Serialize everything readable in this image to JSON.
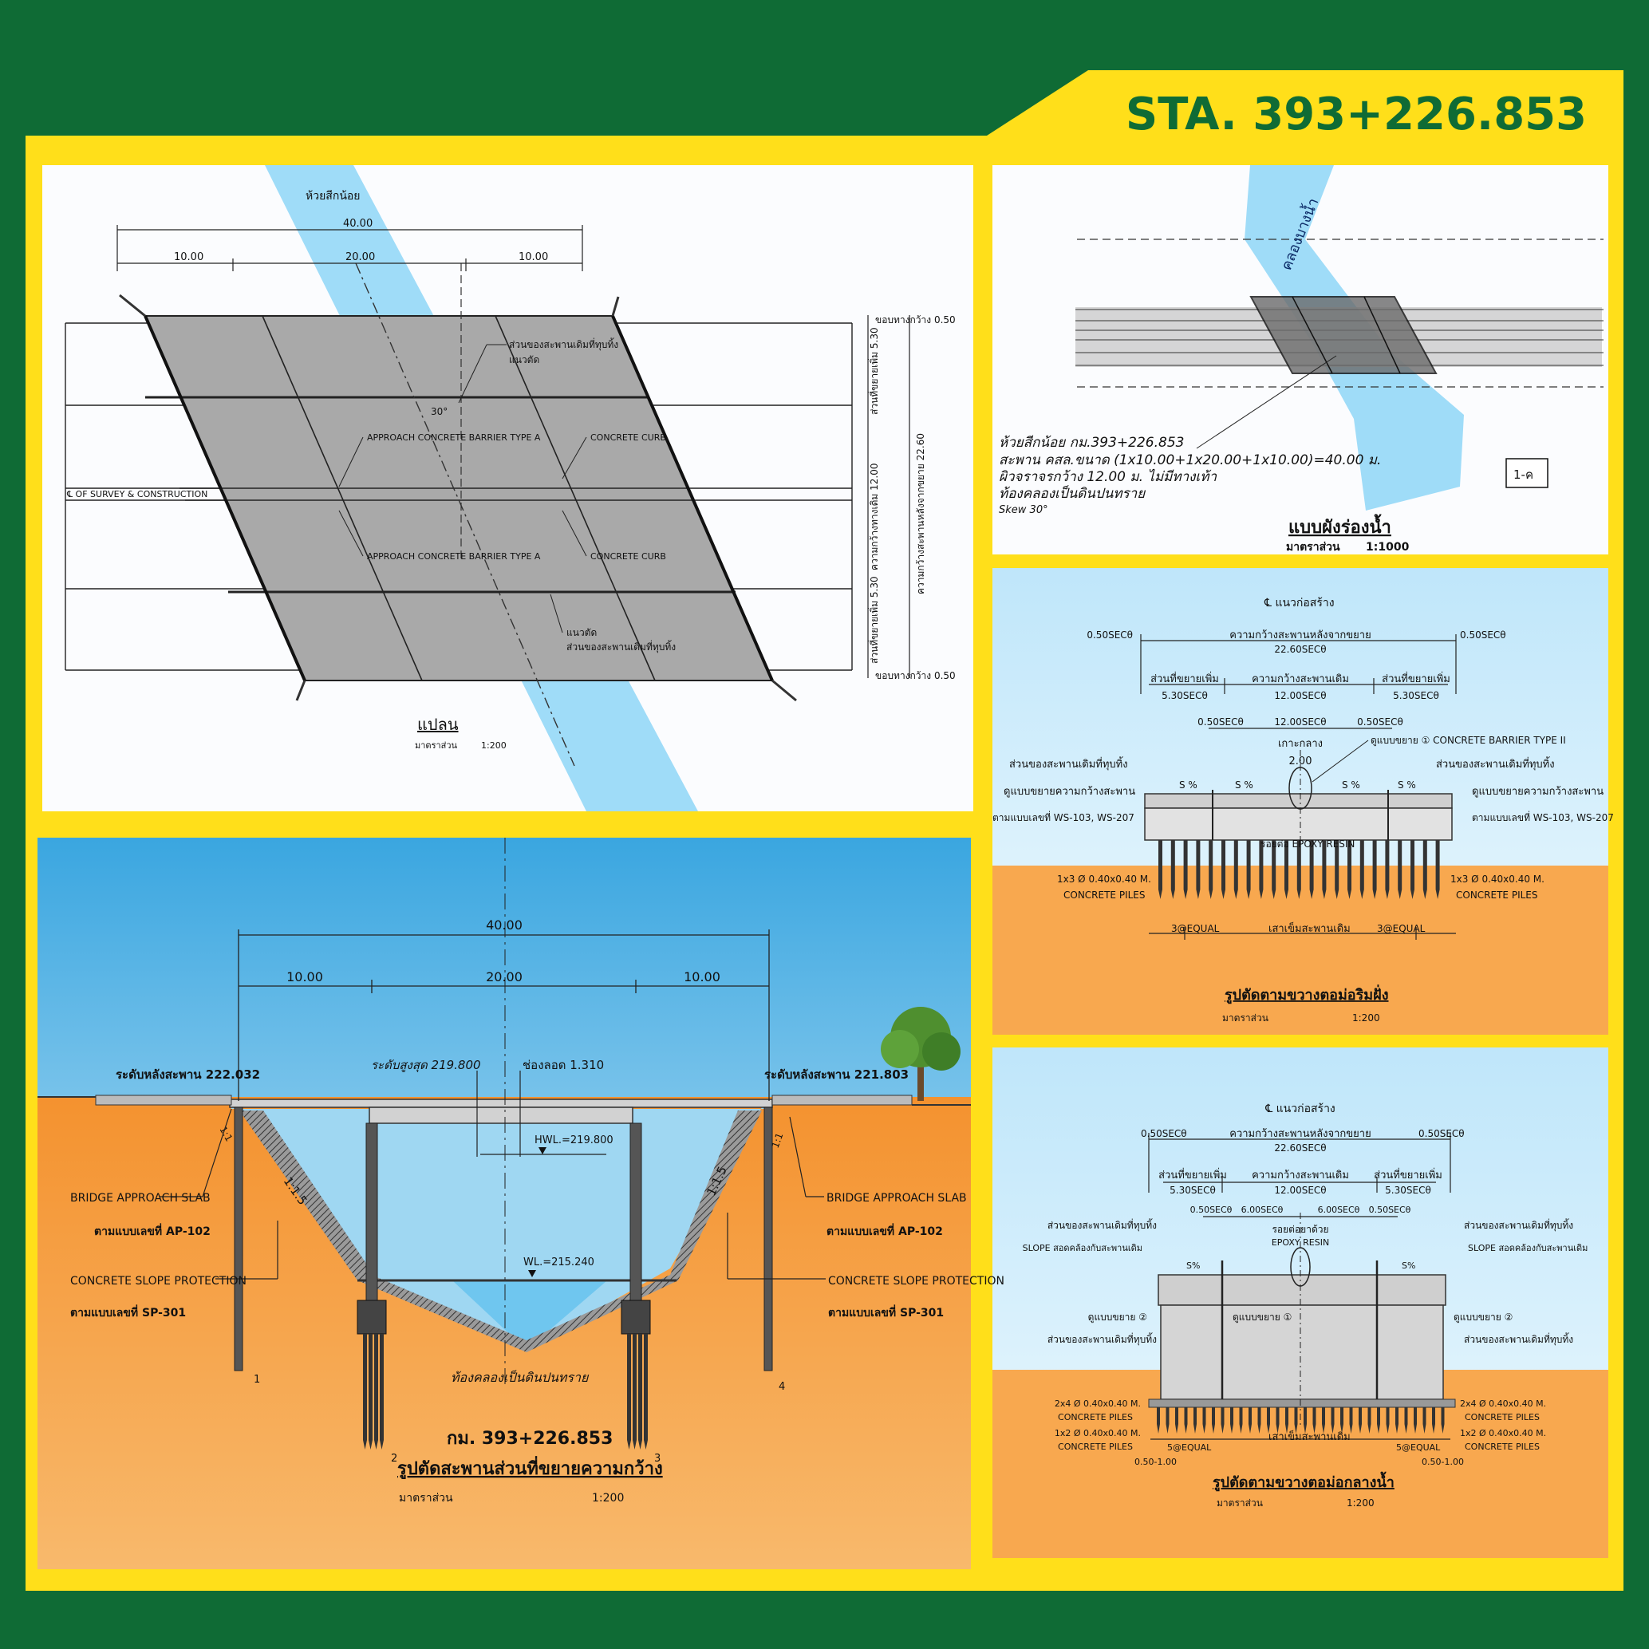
{
  "header": {
    "station": "STA. 393+226.853"
  },
  "colors": {
    "frame_green": "#0f6b35",
    "panel_yellow": "#ffdf1a",
    "water": "#9fdcf8",
    "soil": "#f7a144",
    "deck": "#a9a9a9"
  },
  "plan": {
    "stream_label": "ห้วยสีกน้อย",
    "dim_total": "40.00",
    "dim_span1": "10.00",
    "dim_span2": "20.00",
    "dim_span3": "10.00",
    "note_remove": "ส่วนของสะพานเดิมที่ทุบทิ้ง",
    "note_cut": "แนวตัด",
    "skew": "30°",
    "barrier_top": "APPROACH CONCRETE BARRIER TYPE A",
    "curb_top": "CONCRETE CURB",
    "barrier_bottom": "APPROACH CONCRETE BARRIER TYPE A",
    "curb_bottom": "CONCRETE CURB",
    "centerline": "℄ OF SURVEY & CONSTRUCTION",
    "cut_bottom": "แนวตัด",
    "remove_bottom": "ส่วนของสะพานเดิมที่ทุบทิ้ง",
    "edge_top": "ขอบทางกว้าง 0.50",
    "edge_bottom": "ขอบทางกว้าง 0.50",
    "widen_top": "ส่วนที่ขยายเพิ่ม 5.30",
    "widen_bottom": "ส่วนที่ขยายเพิ่ม 5.30",
    "orig_width": "ความกว้างทางเดิม 12.00",
    "total_width": "ความกว้างสะพานหลังจากขยาย 22.60",
    "title": "แปลน",
    "scale_label": "มาตราส่วน",
    "scale_value": "1:200"
  },
  "waterway": {
    "river_label": "คลองบางน้ำ",
    "note1": "ห้วยสีกน้อย กม.393+226.853",
    "note2": "สะพาน คสล.ขนาด (1x10.00+1x20.00+1x10.00)=40.00 ม.",
    "note3": "ผิวจราจรกว้าง 12.00 ม. ไม่มีทางเท้า",
    "note4": "ท้องคลองเป็นดินปนทราย",
    "note5": "Skew 30°",
    "box_label": "1-ค",
    "title": "แบบผังร่องน้ำ",
    "scale_label": "มาตราส่วน",
    "scale_value": "1:1000"
  },
  "abutment": {
    "cl": "℄ แนวก่อสร้าง",
    "left_edge": "0.50SECθ",
    "right_edge": "0.50SECθ",
    "total": "ความกว้างสะพานหลังจากขยาย",
    "total_value": "22.60SECθ",
    "widen_l": "ส่วนที่ขยายเพิ่ม",
    "widen_l_value": "5.30SECθ",
    "orig": "ความกว้างสะพานเดิม",
    "orig_value": "12.00SECθ",
    "widen_r": "ส่วนที่ขยายเพิ่ม",
    "widen_r_value": "5.30SECθ",
    "inner_l": "0.50SECθ",
    "inner_mid": "12.00SECθ",
    "inner_r": "0.50SECθ",
    "median": "เกาะกลาง",
    "median_value": "2.00",
    "barrier": "ดูแบบขยาย ① CONCRETE BARRIER TYPE II",
    "remove_l": "ส่วนของสะพานเดิมที่ทุบทิ้ง",
    "remove_r": "ส่วนของสะพานเดิมที่ทุบทิ้ง",
    "detail_l1": "ดูแบบขยายความกว้างสะพาน",
    "detail_l2": "ตามแบบเลขที่ WS-103, WS-207",
    "detail_r1": "ดูแบบขยายความกว้างสะพาน",
    "detail_r2": "ตามแบบเลขที่ WS-103, WS-207",
    "slope_l": "S %",
    "slope_ml": "S %",
    "slope_mr": "S %",
    "slope_r": "S %",
    "epoxy": "รอยต่อ EPOXY RESIN",
    "piles_l1": "1x3 Ø 0.40x0.40 M.",
    "piles_l2": "CONCRETE PILES",
    "piles_r1": "1x3 Ø 0.40x0.40 M.",
    "piles_r2": "CONCRETE PILES",
    "eq_l": "3@EQUAL",
    "eq_mid": "เสาเข็มสะพานเดิม",
    "eq_r": "3@EQUAL",
    "title": "รูปตัดตามขวางตอม่อริมฝั่ง",
    "scale_label": "มาตราส่วน",
    "scale_value": "1:200"
  },
  "pier": {
    "cl": "℄ แนวก่อสร้าง",
    "left_edge": "0.50SECθ",
    "right_edge": "0.50SECθ",
    "total": "ความกว้างสะพานหลังจากขยาย",
    "total_value": "22.60SECθ",
    "widen_l": "ส่วนที่ขยายเพิ่ม",
    "widen_l_value": "5.30SECθ",
    "orig": "ความกว้างสะพานเดิม",
    "orig_value": "12.00SECθ",
    "widen_r": "ส่วนที่ขยายเพิ่ม",
    "widen_r_value": "5.30SECθ",
    "inner_l": "0.50SECθ",
    "inner_ml": "6.00SECθ",
    "inner_mr": "6.00SECθ",
    "inner_r": "0.50SECθ",
    "epoxy1": "รอยต่อยาด้วย",
    "epoxy2": "EPOXY RESIN",
    "remove_l": "ส่วนของสะพานเดิมที่ทุบทิ้ง",
    "remove_r": "ส่วนของสะพานเดิมที่ทุบทิ้ง",
    "slope_l": "SLOPE สอดคล้องกับสะพานเดิม",
    "slope_r": "SLOPE สอดคล้องกับสะพานเดิม",
    "s_l": "S%",
    "s_r": "S%",
    "det2_l": "ดูแบบขยาย ②",
    "det1": "ดูแบบขยาย ①",
    "det2_r": "ดูแบบขยาย ②",
    "remove_l2": "ส่วนของสะพานเดิมที่ทุบทิ้ง",
    "remove_r2": "ส่วนของสะพานเดิมที่ทุบทิ้ง",
    "piles_l1": "2x4 Ø 0.40x0.40 M.",
    "piles_l2": "CONCRETE PILES",
    "piles_l3": "1x2 Ø 0.40x0.40 M.",
    "piles_l4": "CONCRETE PILES",
    "piles_r1": "2x4 Ø 0.40x0.40 M.",
    "piles_r2": "CONCRETE PILES",
    "piles_r3": "1x2 Ø 0.40x0.40 M.",
    "piles_r4": "CONCRETE PILES",
    "eq_l": "5@EQUAL",
    "eq_mid": "เสาเข็มสะพานเดิม",
    "eq_r": "5@EQUAL",
    "off_l": "0.50-1.00",
    "off_r": "0.50-1.00",
    "title": "รูปตัดตามขวางตอม่อกลางน้ำ",
    "scale_label": "มาตราส่วน",
    "scale_value": "1:200"
  },
  "section": {
    "dim_total": "40.00",
    "dim_span1": "10.00",
    "dim_span2": "20.00",
    "dim_span3": "10.00",
    "deck_left": "ระดับหลังสะพาน 222.032",
    "deck_right": "ระดับหลังสะพาน 221.803",
    "high_level": "ระดับสูงสุด 219.800",
    "clearance": "ช่องลอด 1.310",
    "hwl": "HWL.=219.800",
    "wl": "WL.=215.240",
    "slope_l": "1:1.5",
    "slope_r": "1:1.5",
    "slope_l2": "1:1",
    "slope_r2": "1:1",
    "approach_l1": "BRIDGE APPROACH SLAB",
    "approach_l2": "ตามแบบเลขที่ AP-102",
    "approach_r1": "BRIDGE APPROACH SLAB",
    "approach_r2": "ตามแบบเลขที่ AP-102",
    "protect_l1": "CONCRETE SLOPE PROTECTION",
    "protect_l2": "ตามแบบเลขที่ SP-301",
    "protect_r1": "CONCRETE SLOPE PROTECTION",
    "protect_r2": "ตามแบบเลขที่ SP-301",
    "bed": "ท้องคลองเป็นดินปนทราย",
    "km": "กม. 393+226.853",
    "support1": "1",
    "support2": "2",
    "support3": "3",
    "support4": "4",
    "title": "รูปตัดสะพานส่วนที่ขยายความกว้าง",
    "scale_label": "มาตราส่วน",
    "scale_value": "1:200"
  }
}
